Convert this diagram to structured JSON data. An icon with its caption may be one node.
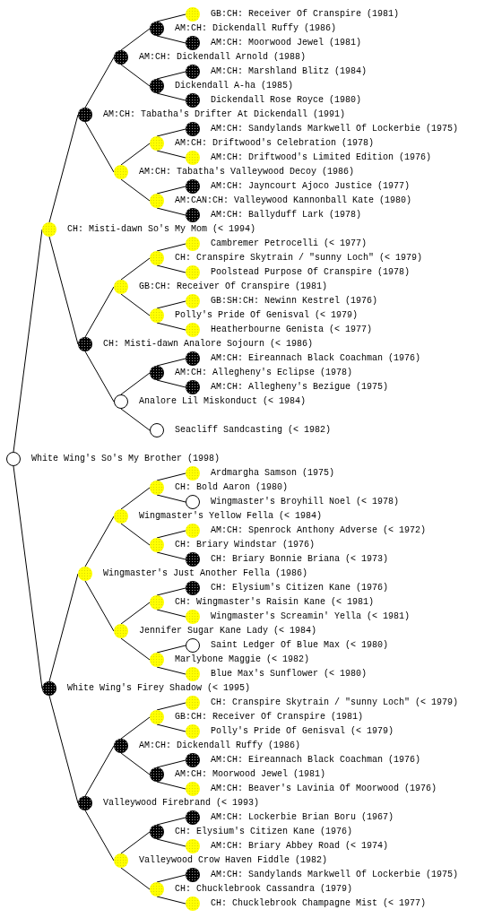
{
  "diagram": {
    "nodes": [
      {
        "text": [
          "GB:CH: Receiver Of Cranspire (1981)"
        ]
      },
      {
        "text": [
          "AM:CH: Dickendall Ruffy (1986)"
        ]
      },
      {
        "text": [
          "AM:CH: Moorwood Jewel (1981)"
        ]
      },
      {
        "text": [
          "AM:CH: Dickendall Arnold (1988)"
        ]
      },
      {
        "text": [
          "AM:CH: Marshland Blitz (1984)"
        ]
      },
      {
        "text": [
          "Dickendall A-ha (1985)"
        ]
      },
      {
        "text": [
          "Dickendall Rose Royce (1980)"
        ]
      },
      {
        "text": [
          "AM:CH: Tabatha's Drifter At Dickendall (1991)"
        ]
      },
      {
        "text": [
          "AM:CH: Sandylands Markwell Of Lockerbie (1975)"
        ]
      },
      {
        "text": [
          "AM:CH: Driftwood's Celebration (1978)"
        ]
      },
      {
        "text": [
          "AM:CH: Driftwood's Limited Edition (1976)"
        ]
      },
      {
        "text": [
          "AM:CH: Tabatha's Valleywood Decoy (1986)"
        ]
      },
      {
        "text": [
          "AM:CH: Jayncourt Ajoco Justice (1977)"
        ]
      },
      {
        "text": [
          "AM:CAN:CH: Valleywood Kannonball Kate (1980)"
        ]
      },
      {
        "text": [
          "AM:CH: Ballyduff Lark (1978)"
        ]
      },
      {
        "text": [
          "CH: Misti-dawn So's My Mom (< 1994)"
        ]
      },
      {
        "text": [
          "Cambremer Petrocelli (< 1977)"
        ]
      },
      {
        "text": [
          "CH: Cranspire Skytrain / \"sunny Loch\" (< 1979)"
        ]
      },
      {
        "text": [
          "Poolstead Purpose Of Cranspire (1978)"
        ]
      },
      {
        "text": [
          "GB:CH: Receiver Of Cranspire (1981)"
        ]
      },
      {
        "text": [
          "GB:SH:CH: Newinn Kestrel (1976)"
        ]
      },
      {
        "text": [
          "Polly's Pride Of Genisval (< 1979)"
        ]
      },
      {
        "text": [
          "Heatherbourne Genista (< 1977)"
        ]
      },
      {
        "text": [
          "CH: Misti-dawn Analore Sojourn (< 1986)"
        ]
      },
      {
        "text": [
          "AM:CH: Eireannach Black Coachman (1976)"
        ]
      },
      {
        "text": [
          "AM:CH: Allegheny's Eclipse (1978)"
        ]
      },
      {
        "text": [
          "AM:CH: Allegheny's Bezigue (1975)"
        ]
      },
      {
        "text": [
          "Analore Lil Miskonduct (< 1984)"
        ]
      },
      {
        "text": [
          "Seacliff Sandcasting (< 1982)"
        ]
      },
      {
        "text": [
          "White Wing's So's My Brother (1998)"
        ]
      },
      {
        "text": [
          "Ardmargha Samson (1975)"
        ]
      },
      {
        "text": [
          "CH: Bold Aaron (1980)"
        ]
      },
      {
        "text": [
          "Wingmaster's Broyhill Noel (< 1978)"
        ]
      },
      {
        "text": [
          "Wingmaster's Yellow Fella (< 1984)"
        ]
      },
      {
        "text": [
          "AM:CH: Spenrock Anthony Adverse (< 1972)"
        ]
      },
      {
        "text": [
          "CH: Briary Windstar (1976)"
        ]
      },
      {
        "text": [
          "CH: Briary Bonnie Briana (< 1973)"
        ]
      },
      {
        "text": [
          "Wingmaster's Just Another Fella (1986)"
        ]
      },
      {
        "text": [
          "CH: Elysium's Citizen Kane (1976)"
        ]
      },
      {
        "text": [
          "CH: Wingmaster's Raisin Kane (< 1981)"
        ]
      },
      {
        "text": [
          "Wingmaster's Screamin' Yella (< 1981)"
        ]
      },
      {
        "text": [
          "Jennifer Sugar Kane Lady (< 1984)"
        ]
      },
      {
        "text": [
          "Saint Ledger Of Blue Max (< 1980)"
        ]
      },
      {
        "text": [
          "Marlybone Maggie (< 1982)"
        ]
      },
      {
        "text": [
          "Blue Max's Sunflower (< 1980)"
        ]
      },
      {
        "text": [
          "White Wing's Firey Shadow (< 1995)"
        ]
      },
      {
        "text": [
          "CH: Cranspire Skytrain / \"sunny Loch\" (< 1979)"
        ]
      },
      {
        "text": [
          "GB:CH: Receiver Of Cranspire (1981)"
        ]
      },
      {
        "text": [
          "Polly's Pride Of Genisval (< 1979)"
        ]
      },
      {
        "text": [
          "AM:CH: Dickendall Ruffy (1986)"
        ]
      },
      {
        "text": [
          "AM:CH: Eireannach Black Coachman (1976)"
        ]
      },
      {
        "text": [
          "AM:CH: Moorwood Jewel (1981)"
        ]
      },
      {
        "text": [
          "AM:CH: Beaver's Lavinia Of Moorwood (1976)"
        ]
      },
      {
        "text": [
          "Valleywood Firebrand (< 1993)"
        ]
      },
      {
        "text": [
          "AM:CH: Lockerbie Brian Boru (1967)"
        ]
      },
      {
        "text": [
          "CH: Elysium's Citizen Kane (1976)"
        ]
      },
      {
        "text": [
          "AM:CH: Briary Abbey Road (< 1974)"
        ]
      },
      {
        "text": [
          "Valleywood Crow Haven Fiddle (1982)"
        ]
      },
      {
        "text": [
          "AM:CH: Sandylands Markwell Of Lockerbie (1975)"
        ]
      },
      {
        "text": [
          "CH: Chucklebrook Cassandra (1979)"
        ]
      },
      {
        "text": [
          "CH: Chucklebrook Champagne Mist (< 1977)"
        ]
      }
    ],
    "edges": [
      {
        "from": 29,
        "to": 15,
        "arrow": "none"
      },
      {
        "from": 29,
        "to": 45,
        "arrow": "none"
      },
      {
        "from": 15,
        "to": 7,
        "arrow": "none"
      },
      {
        "from": 15,
        "to": 23,
        "arrow": "none"
      },
      {
        "from": 7,
        "to": 3,
        "arrow": "none"
      },
      {
        "from": 7,
        "to": 11,
        "arrow": "none"
      },
      {
        "from": 3,
        "to": 1,
        "arrow": "none"
      },
      {
        "from": 3,
        "to": 5,
        "arrow": "none"
      },
      {
        "from": 1,
        "to": 0,
        "arrow": "none"
      },
      {
        "from": 1,
        "to": 2,
        "arrow": "none"
      },
      {
        "from": 5,
        "to": 4,
        "arrow": "none"
      },
      {
        "from": 5,
        "to": 6,
        "arrow": "none"
      },
      {
        "from": 11,
        "to": 9,
        "arrow": "none"
      },
      {
        "from": 11,
        "to": 13,
        "arrow": "none"
      },
      {
        "from": 9,
        "to": 8,
        "arrow": "none"
      },
      {
        "from": 9,
        "to": 10,
        "arrow": "none"
      },
      {
        "from": 13,
        "to": 12,
        "arrow": "none"
      },
      {
        "from": 13,
        "to": 14,
        "arrow": "none"
      },
      {
        "from": 23,
        "to": 19,
        "arrow": "none"
      },
      {
        "from": 23,
        "to": 27,
        "arrow": "none"
      },
      {
        "from": 19,
        "to": 17,
        "arrow": "none"
      },
      {
        "from": 19,
        "to": 21,
        "arrow": "none"
      },
      {
        "from": 17,
        "to": 16,
        "arrow": "none"
      },
      {
        "from": 17,
        "to": 18,
        "arrow": "none"
      },
      {
        "from": 21,
        "to": 20,
        "arrow": "none"
      },
      {
        "from": 21,
        "to": 22,
        "arrow": "none"
      },
      {
        "from": 27,
        "to": 25,
        "arrow": "none"
      },
      {
        "from": 27,
        "to": 28,
        "arrow": "none"
      },
      {
        "from": 25,
        "to": 24,
        "arrow": "none"
      },
      {
        "from": 25,
        "to": 26,
        "arrow": "none"
      },
      {
        "from": 45,
        "to": 37,
        "arrow": "none"
      },
      {
        "from": 45,
        "to": 53,
        "arrow": "none"
      },
      {
        "from": 37,
        "to": 33,
        "arrow": "none"
      },
      {
        "from": 37,
        "to": 41,
        "arrow": "none"
      },
      {
        "from": 33,
        "to": 31,
        "arrow": "none"
      },
      {
        "from": 33,
        "to": 35,
        "arrow": "none"
      },
      {
        "from": 31,
        "to": 30,
        "arrow": "none"
      },
      {
        "from": 31,
        "to": 32,
        "arrow": "none"
      },
      {
        "from": 35,
        "to": 34,
        "arrow": "none"
      },
      {
        "from": 35,
        "to": 36,
        "arrow": "none"
      },
      {
        "from": 41,
        "to": 39,
        "arrow": "none"
      },
      {
        "from": 41,
        "to": 43,
        "arrow": "none"
      },
      {
        "from": 39,
        "to": 38,
        "arrow": "none"
      },
      {
        "from": 39,
        "to": 40,
        "arrow": "none"
      },
      {
        "from": 43,
        "to": 42,
        "arrow": "none"
      },
      {
        "from": 43,
        "to": 44,
        "arrow": "none"
      },
      {
        "from": 53,
        "to": 49,
        "arrow": "none"
      },
      {
        "from": 53,
        "to": 57,
        "arrow": "none"
      },
      {
        "from": 49,
        "to": 47,
        "arrow": "none"
      },
      {
        "from": 49,
        "to": 51,
        "arrow": "none"
      },
      {
        "from": 47,
        "to": 46,
        "arrow": "none"
      },
      {
        "from": 47,
        "to": 48,
        "arrow": "none"
      },
      {
        "from": 51,
        "to": 50,
        "arrow": "none"
      },
      {
        "from": 51,
        "to": 52,
        "arrow": "none"
      },
      {
        "from": 57,
        "to": 55,
        "arrow": "none"
      },
      {
        "from": 57,
        "to": 59,
        "arrow": "none"
      },
      {
        "from": 55,
        "to": 54,
        "arrow": "none"
      },
      {
        "from": 55,
        "to": 56,
        "arrow": "none"
      },
      {
        "from": 59,
        "to": 58,
        "arrow": "none"
      },
      {
        "from": 59,
        "to": 60,
        "arrow": "none"
      }
    ]
  }
}
